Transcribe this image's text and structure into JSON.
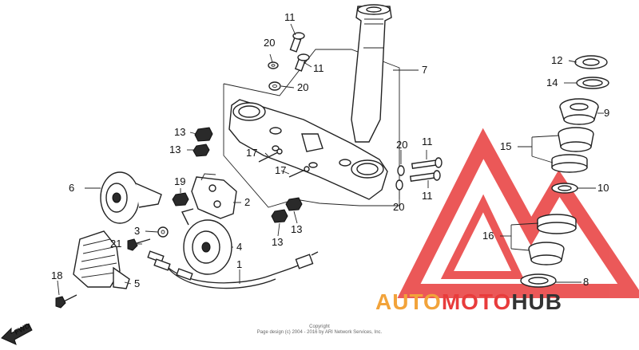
{
  "callouts": [
    {
      "id": "c1",
      "n": "1"
    },
    {
      "id": "c2",
      "n": "2"
    },
    {
      "id": "c3",
      "n": "3"
    },
    {
      "id": "c4",
      "n": "4"
    },
    {
      "id": "c5",
      "n": "5"
    },
    {
      "id": "c6",
      "n": "6"
    },
    {
      "id": "c7",
      "n": "7"
    },
    {
      "id": "c8",
      "n": "8"
    },
    {
      "id": "c9",
      "n": "9"
    },
    {
      "id": "c10",
      "n": "10"
    },
    {
      "id": "c11a",
      "n": "11"
    },
    {
      "id": "c11b",
      "n": "11"
    },
    {
      "id": "c11c",
      "n": "11"
    },
    {
      "id": "c11d",
      "n": "11"
    },
    {
      "id": "c12",
      "n": "12"
    },
    {
      "id": "c13a",
      "n": "13"
    },
    {
      "id": "c13b",
      "n": "13"
    },
    {
      "id": "c13c",
      "n": "13"
    },
    {
      "id": "c13d",
      "n": "13"
    },
    {
      "id": "c14",
      "n": "14"
    },
    {
      "id": "c15",
      "n": "15"
    },
    {
      "id": "c16",
      "n": "16"
    },
    {
      "id": "c17a",
      "n": "17"
    },
    {
      "id": "c17b",
      "n": "17"
    },
    {
      "id": "c18",
      "n": "18"
    },
    {
      "id": "c19",
      "n": "19"
    },
    {
      "id": "c20a",
      "n": "20"
    },
    {
      "id": "c20b",
      "n": "20"
    },
    {
      "id": "c20c",
      "n": "20"
    },
    {
      "id": "c20d",
      "n": "20"
    },
    {
      "id": "c21",
      "n": "21"
    }
  ],
  "fwd_label": "FWD",
  "copyright_line1": "Copyright",
  "copyright_line2": "Page design (c) 2004 - 2016 by ARI Network Services, Inc.",
  "watermark": {
    "part1": "AUTO",
    "part2": "MOTO",
    "part3": "HUB",
    "color1": "#f2a33a",
    "color2": "#e83c3c",
    "color3": "#333333"
  },
  "colors": {
    "line": "#222222",
    "watermark_red": "#e83c3c"
  }
}
